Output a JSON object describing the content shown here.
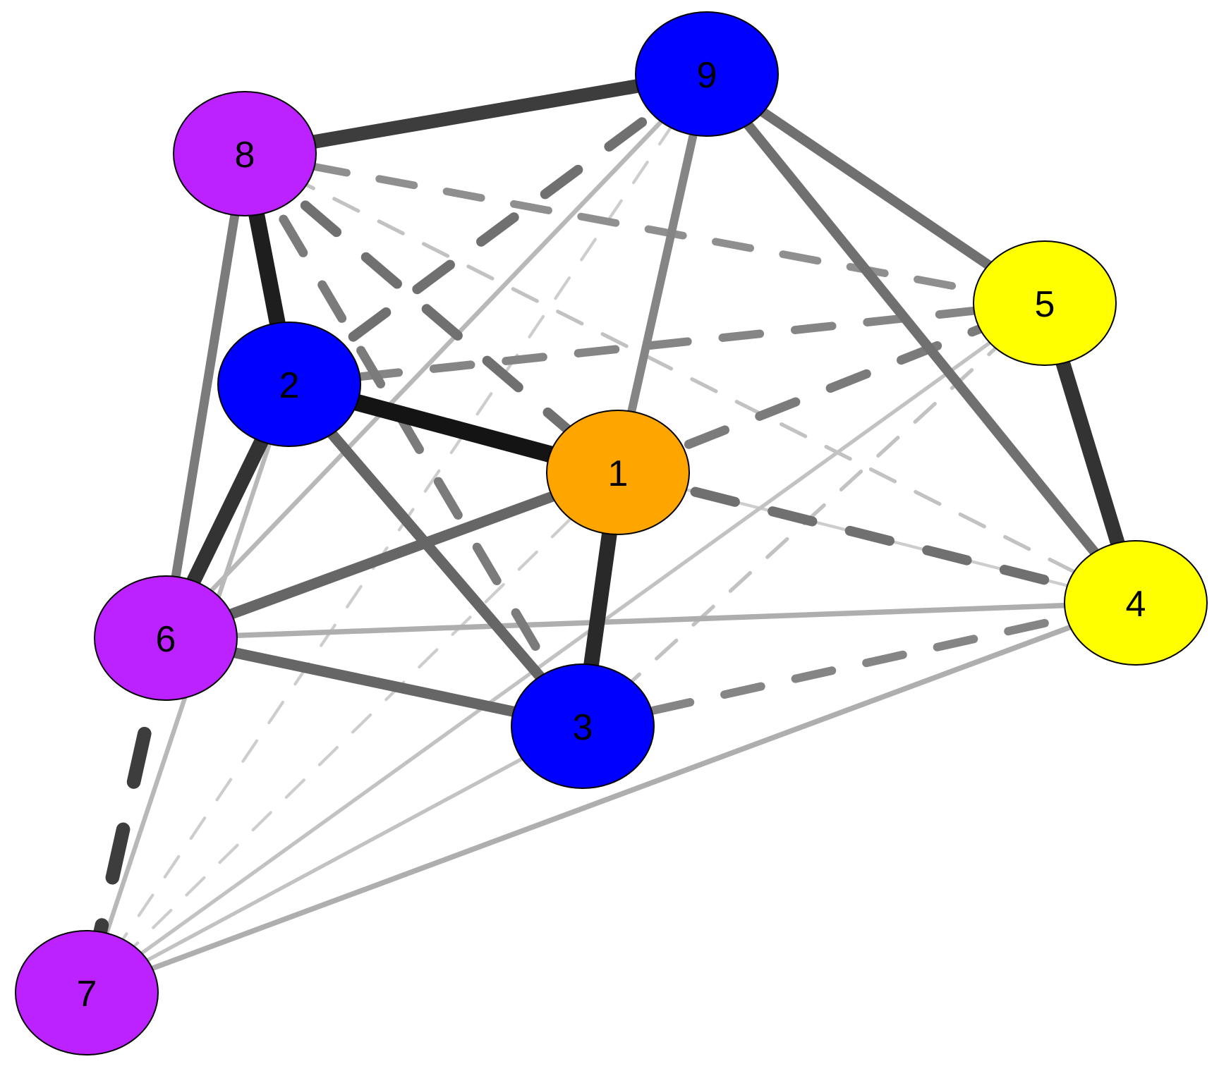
{
  "graph": {
    "nodes": [
      {
        "id": "1",
        "label": "1",
        "color": "#FFA500"
      },
      {
        "id": "2",
        "label": "2",
        "color": "#0000FF"
      },
      {
        "id": "3",
        "label": "3",
        "color": "#0000FF"
      },
      {
        "id": "4",
        "label": "4",
        "color": "#FFFF00"
      },
      {
        "id": "5",
        "label": "5",
        "color": "#FFFF00"
      },
      {
        "id": "6",
        "label": "6",
        "color": "#BB22FF"
      },
      {
        "id": "7",
        "label": "7",
        "color": "#BB22FF"
      },
      {
        "id": "8",
        "label": "8",
        "color": "#BB22FF"
      },
      {
        "id": "9",
        "label": "9",
        "color": "#0000FF"
      }
    ],
    "edges": [
      {
        "source": "8",
        "target": "2",
        "style": "solid",
        "weight": 0.95
      },
      {
        "source": "2",
        "target": "1",
        "style": "solid",
        "weight": 1.0
      },
      {
        "source": "5",
        "target": "4",
        "style": "solid",
        "weight": 0.85
      },
      {
        "source": "8",
        "target": "9",
        "style": "solid",
        "weight": 0.8
      },
      {
        "source": "2",
        "target": "6",
        "style": "solid",
        "weight": 0.85
      },
      {
        "source": "1",
        "target": "3",
        "style": "solid",
        "weight": 0.9
      },
      {
        "source": "6",
        "target": "7",
        "style": "dashed",
        "weight": 0.8
      },
      {
        "source": "2",
        "target": "3",
        "style": "solid",
        "weight": 0.6
      },
      {
        "source": "1",
        "target": "6",
        "style": "solid",
        "weight": 0.6
      },
      {
        "source": "6",
        "target": "3",
        "style": "solid",
        "weight": 0.6
      },
      {
        "source": "9",
        "target": "5",
        "style": "solid",
        "weight": 0.55
      },
      {
        "source": "9",
        "target": "4",
        "style": "solid",
        "weight": 0.55
      },
      {
        "source": "8",
        "target": "6",
        "style": "solid",
        "weight": 0.5
      },
      {
        "source": "9",
        "target": "1",
        "style": "solid",
        "weight": 0.45
      },
      {
        "source": "2",
        "target": "9",
        "style": "dashed",
        "weight": 0.55
      },
      {
        "source": "8",
        "target": "1",
        "style": "dashed",
        "weight": 0.55
      },
      {
        "source": "8",
        "target": "3",
        "style": "dashed",
        "weight": 0.5
      },
      {
        "source": "1",
        "target": "4",
        "style": "dashed",
        "weight": 0.55
      },
      {
        "source": "2",
        "target": "5",
        "style": "dashed",
        "weight": 0.45
      },
      {
        "source": "8",
        "target": "5",
        "style": "dashed",
        "weight": 0.4
      },
      {
        "source": "1",
        "target": "5",
        "style": "dashed",
        "weight": 0.5
      },
      {
        "source": "3",
        "target": "4",
        "style": "dashed",
        "weight": 0.45
      },
      {
        "source": "6",
        "target": "4",
        "style": "solid",
        "weight": 0.25
      },
      {
        "source": "7",
        "target": "4",
        "style": "solid",
        "weight": 0.25
      },
      {
        "source": "6",
        "target": "9",
        "style": "solid",
        "weight": 0.2
      },
      {
        "source": "7",
        "target": "2",
        "style": "solid",
        "weight": 0.2
      },
      {
        "source": "7",
        "target": "5",
        "style": "solid",
        "weight": 0.15
      },
      {
        "source": "7",
        "target": "3",
        "style": "solid",
        "weight": 0.15
      },
      {
        "source": "7",
        "target": "1",
        "style": "dashed",
        "weight": 0.1
      },
      {
        "source": "7",
        "target": "9",
        "style": "dashed",
        "weight": 0.1
      },
      {
        "source": "8",
        "target": "4",
        "style": "dashed",
        "weight": 0.15
      },
      {
        "source": "3",
        "target": "5",
        "style": "dashed",
        "weight": 0.15
      },
      {
        "source": "1",
        "target": "4",
        "style": "solid",
        "weight": 0.1
      }
    ]
  }
}
